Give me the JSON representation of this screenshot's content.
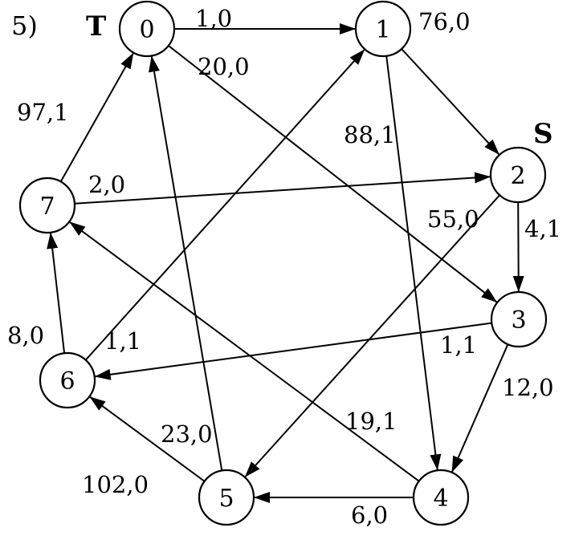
{
  "problem_number": "5)",
  "source_tag": "S",
  "sink_tag": "T",
  "colors": {
    "stroke": "#000000",
    "background": "#ffffff"
  },
  "nodes": [
    {
      "id": "0",
      "label": "0"
    },
    {
      "id": "1",
      "label": "1"
    },
    {
      "id": "2",
      "label": "2"
    },
    {
      "id": "3",
      "label": "3"
    },
    {
      "id": "4",
      "label": "4"
    },
    {
      "id": "5",
      "label": "5"
    },
    {
      "id": "6",
      "label": "6"
    },
    {
      "id": "7",
      "label": "7"
    }
  ],
  "edges": [
    {
      "from": "0",
      "to": "1",
      "label": "1,0"
    },
    {
      "from": "0",
      "to": "3",
      "label": "20,0"
    },
    {
      "from": "1",
      "to": "2",
      "label": "76,0"
    },
    {
      "from": "1",
      "to": "4",
      "label": "88,1"
    },
    {
      "from": "2",
      "to": "3",
      "label": "4,1"
    },
    {
      "from": "2",
      "to": "5",
      "label": "55,0"
    },
    {
      "from": "3",
      "to": "4",
      "label": "12,0"
    },
    {
      "from": "3",
      "to": "6",
      "label": "1,1"
    },
    {
      "from": "4",
      "to": "5",
      "label": "6,0"
    },
    {
      "from": "4",
      "to": "7",
      "label": "19,1"
    },
    {
      "from": "5",
      "to": "0",
      "label": "23,0"
    },
    {
      "from": "5",
      "to": "6",
      "label": "102,0"
    },
    {
      "from": "6",
      "to": "1",
      "label": "1,1"
    },
    {
      "from": "6",
      "to": "7",
      "label": "8,0"
    },
    {
      "from": "7",
      "to": "0",
      "label": "97,1"
    },
    {
      "from": "7",
      "to": "2",
      "label": "2,0"
    }
  ]
}
